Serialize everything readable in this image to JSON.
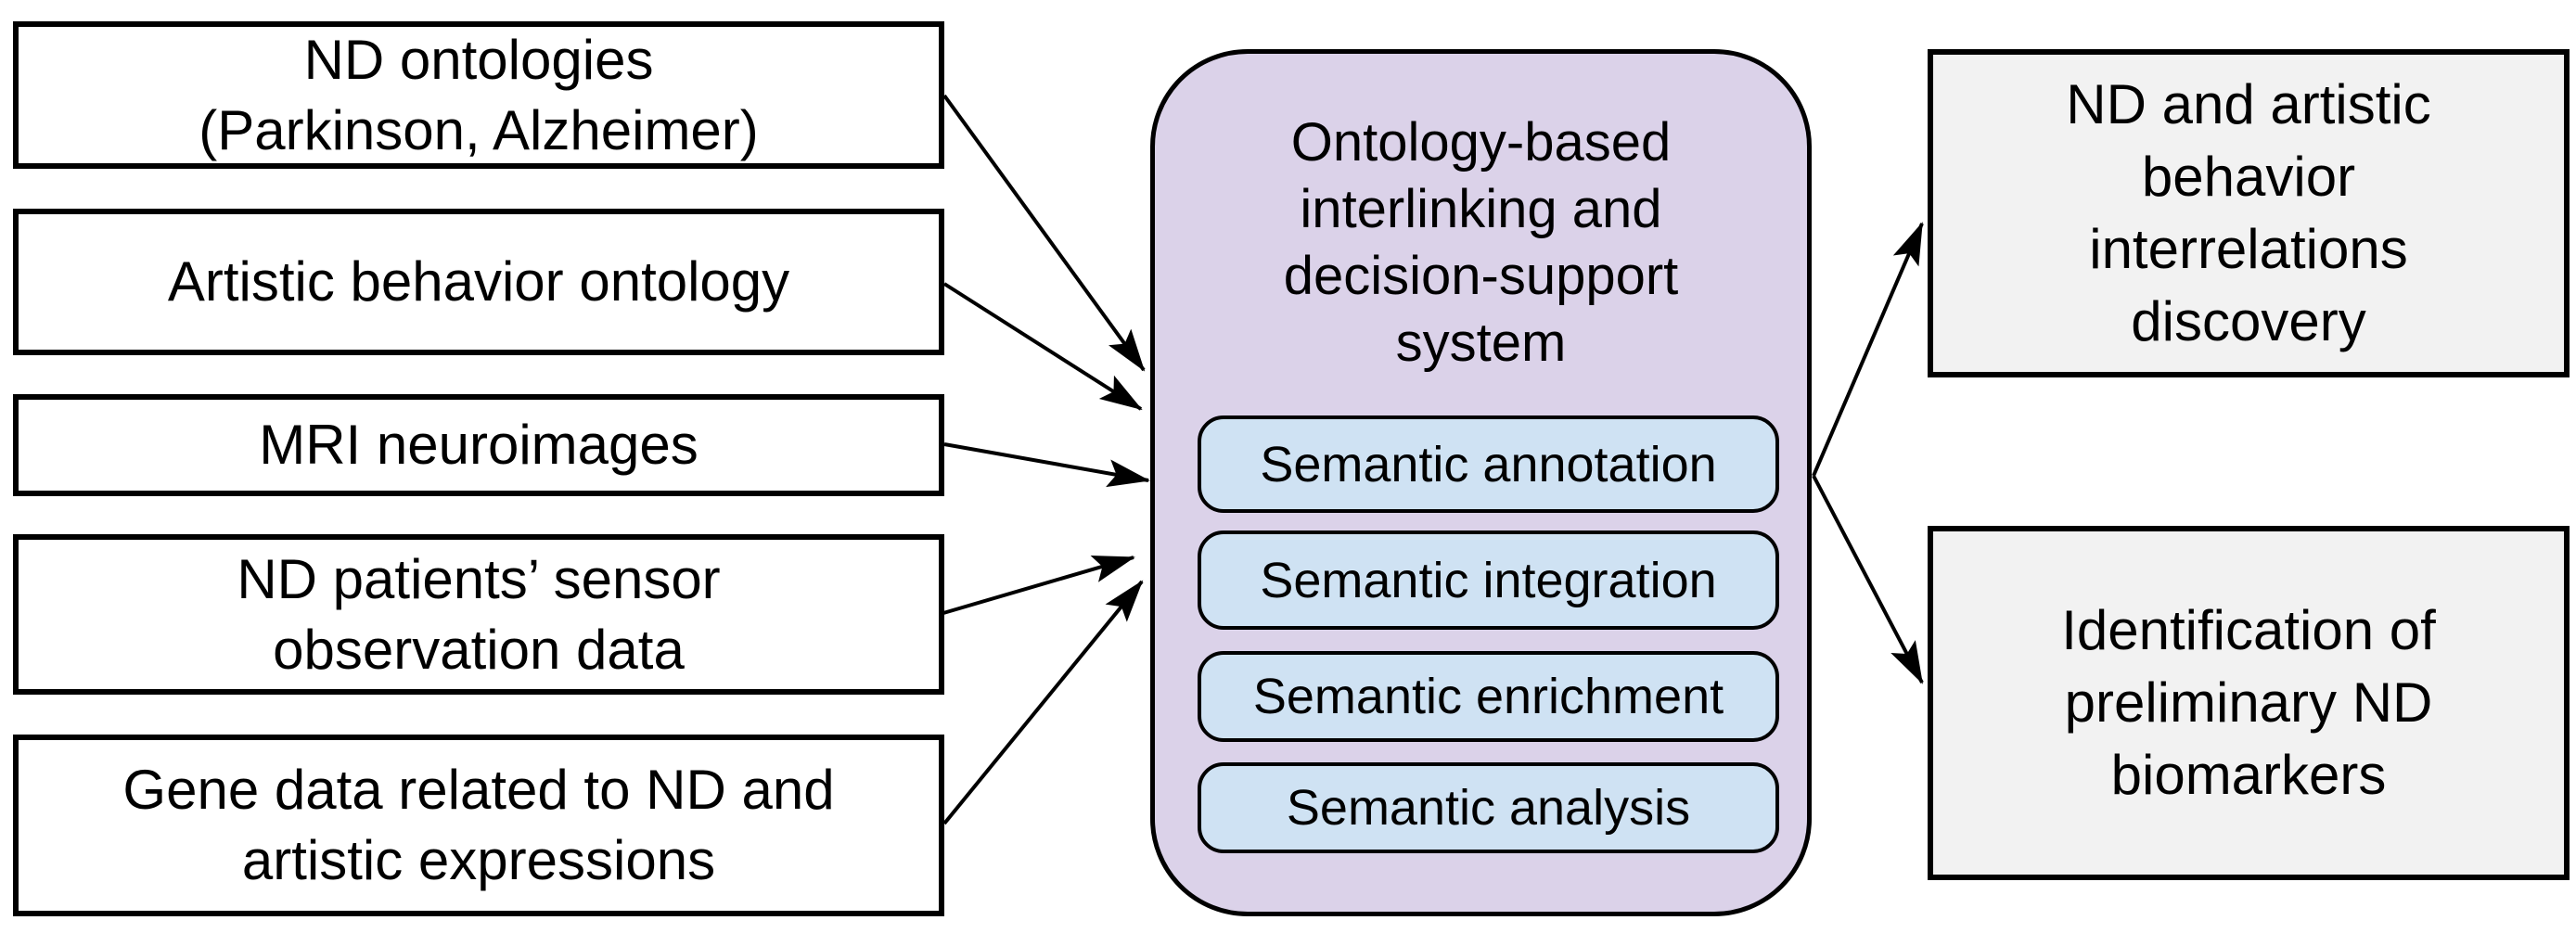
{
  "diagram": {
    "inputs": [
      {
        "id": "nd-ontologies",
        "lines": [
          "ND ontologies",
          "(Parkinson, Alzheimer)"
        ]
      },
      {
        "id": "artistic-behavior-ontology",
        "lines": [
          "Artistic behavior ontology"
        ]
      },
      {
        "id": "mri-neuroimages",
        "lines": [
          "MRI neuroimages"
        ]
      },
      {
        "id": "nd-patients-sensor-data",
        "lines": [
          "ND patients’ sensor",
          "observation data"
        ]
      },
      {
        "id": "gene-data",
        "lines": [
          "Gene data related to ND and",
          "artistic expressions"
        ]
      }
    ],
    "system": {
      "id": "ontology-system",
      "title_lines": [
        "Ontology-based",
        "interlinking and",
        "decision-support",
        "system"
      ],
      "modules": [
        "Semantic annotation",
        "Semantic integration",
        "Semantic enrichment",
        "Semantic analysis"
      ]
    },
    "outputs": [
      {
        "id": "interrelations-discovery",
        "lines": [
          "ND and artistic",
          "behavior",
          "interrelations",
          "discovery"
        ]
      },
      {
        "id": "preliminary-biomarkers",
        "lines": [
          "Identification of",
          "preliminary ND",
          "biomarkers"
        ]
      }
    ],
    "connections": [
      {
        "from": "nd-ontologies",
        "to": "ontology-system"
      },
      {
        "from": "artistic-behavior-ontology",
        "to": "ontology-system"
      },
      {
        "from": "mri-neuroimages",
        "to": "ontology-system"
      },
      {
        "from": "nd-patients-sensor-data",
        "to": "ontology-system"
      },
      {
        "from": "gene-data",
        "to": "ontology-system"
      },
      {
        "from": "ontology-system",
        "to": "interrelations-discovery"
      },
      {
        "from": "ontology-system",
        "to": "preliminary-biomarkers"
      }
    ],
    "colors": {
      "system_fill": "#dbd2e9",
      "module_fill": "#cfe2f3",
      "output_fill": "#f2f2f2",
      "input_fill": "#ffffff",
      "border": "#000000"
    }
  }
}
